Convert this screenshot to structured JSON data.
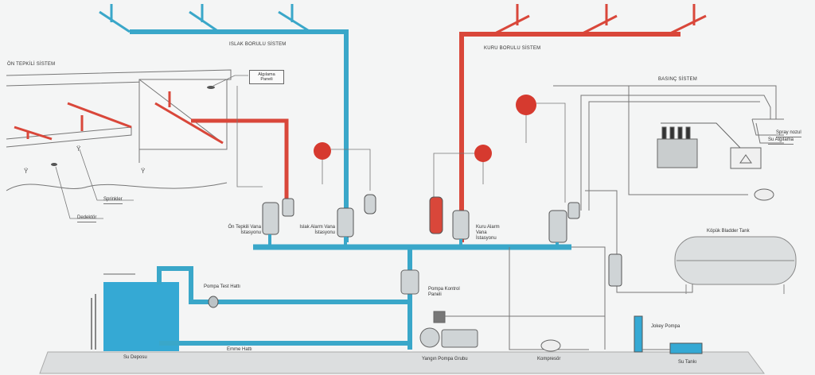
{
  "diagram": {
    "title": "Fire sprinkler systems overview",
    "colors": {
      "wet_pipe": "#3aa7c9",
      "dry_pipe": "#d9473a",
      "tank_water": "#35a9d4",
      "line": "#555555",
      "background": "#f4f5f5"
    },
    "labels": {
      "on_tepkili_sistem": "ÖN TEPKİLİ SİSTEM",
      "islak_borulu_sistem": "ISLAK BORULU SİSTEM",
      "kuru_borulu_sistem": "KURU BORULU SİSTEM",
      "basincli_sistem": "BASINÇ SİSTEM",
      "algilama_paneli": "Algılama Paneli",
      "sprinkler": "Sprinkler",
      "dedektor": "Dedektör",
      "on_tepkili_vana": "Ön Tepkili Vana İstasyonu",
      "islak_alarm_vana": "Islak Alarm Vana İstasyonu",
      "kuru_alarm_vana": "Kuru Alarm Vana İstasyonu",
      "spray_nozul": "Spray nozul",
      "su_algilama": "Su Algılama",
      "kopuk_bladder_tank": "Köpük Bladder Tank",
      "pompa_test_hatti": "Pompa Test Hattı",
      "pompa_kontrol_paneli": "Pompa Kontrol Paneli",
      "emme_hatti": "Emme Hattı",
      "su_deposu": "Su Deposu",
      "yangin_pompa_grubu": "Yangın Pompa Grubu",
      "kompresor": "Kompresör",
      "jokey_pompa": "Jokey Pompa",
      "su_tanki": "Su Tankı"
    }
  }
}
